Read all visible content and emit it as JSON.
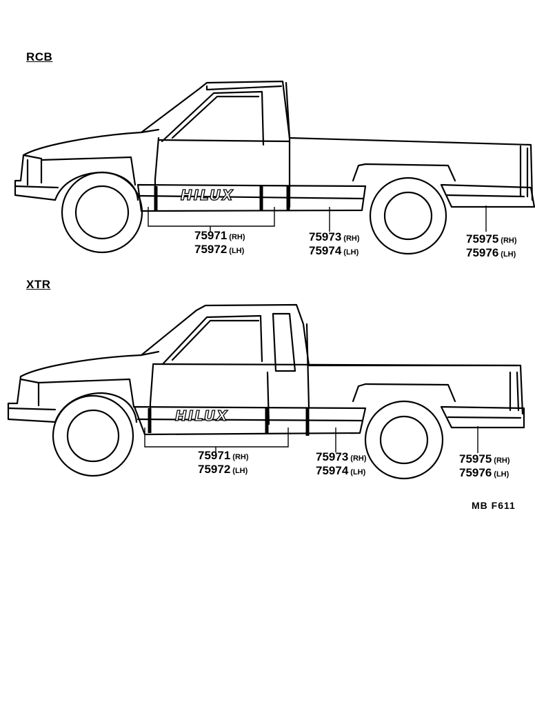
{
  "diagram": {
    "sections": [
      {
        "title": "RCB",
        "logo_text": "HILUX",
        "callouts": [
          {
            "rh_num": "75971",
            "rh_side": "(RH)",
            "lh_num": "75972",
            "lh_side": "(LH)"
          },
          {
            "rh_num": "75973",
            "rh_side": "(RH)",
            "lh_num": "75974",
            "lh_side": "(LH)"
          },
          {
            "rh_num": "75975",
            "rh_side": "(RH)",
            "lh_num": "75976",
            "lh_side": "(LH)"
          }
        ]
      },
      {
        "title": "XTR",
        "logo_text": "HILUX",
        "callouts": [
          {
            "rh_num": "75971",
            "rh_side": "(RH)",
            "lh_num": "75972",
            "lh_side": "(LH)"
          },
          {
            "rh_num": "75973",
            "rh_side": "(RH)",
            "lh_num": "75974",
            "lh_side": "(LH)"
          },
          {
            "rh_num": "75975",
            "rh_side": "(RH)",
            "lh_num": "75976",
            "lh_side": "(LH)"
          }
        ]
      }
    ],
    "footer_code": "MB  F611"
  }
}
